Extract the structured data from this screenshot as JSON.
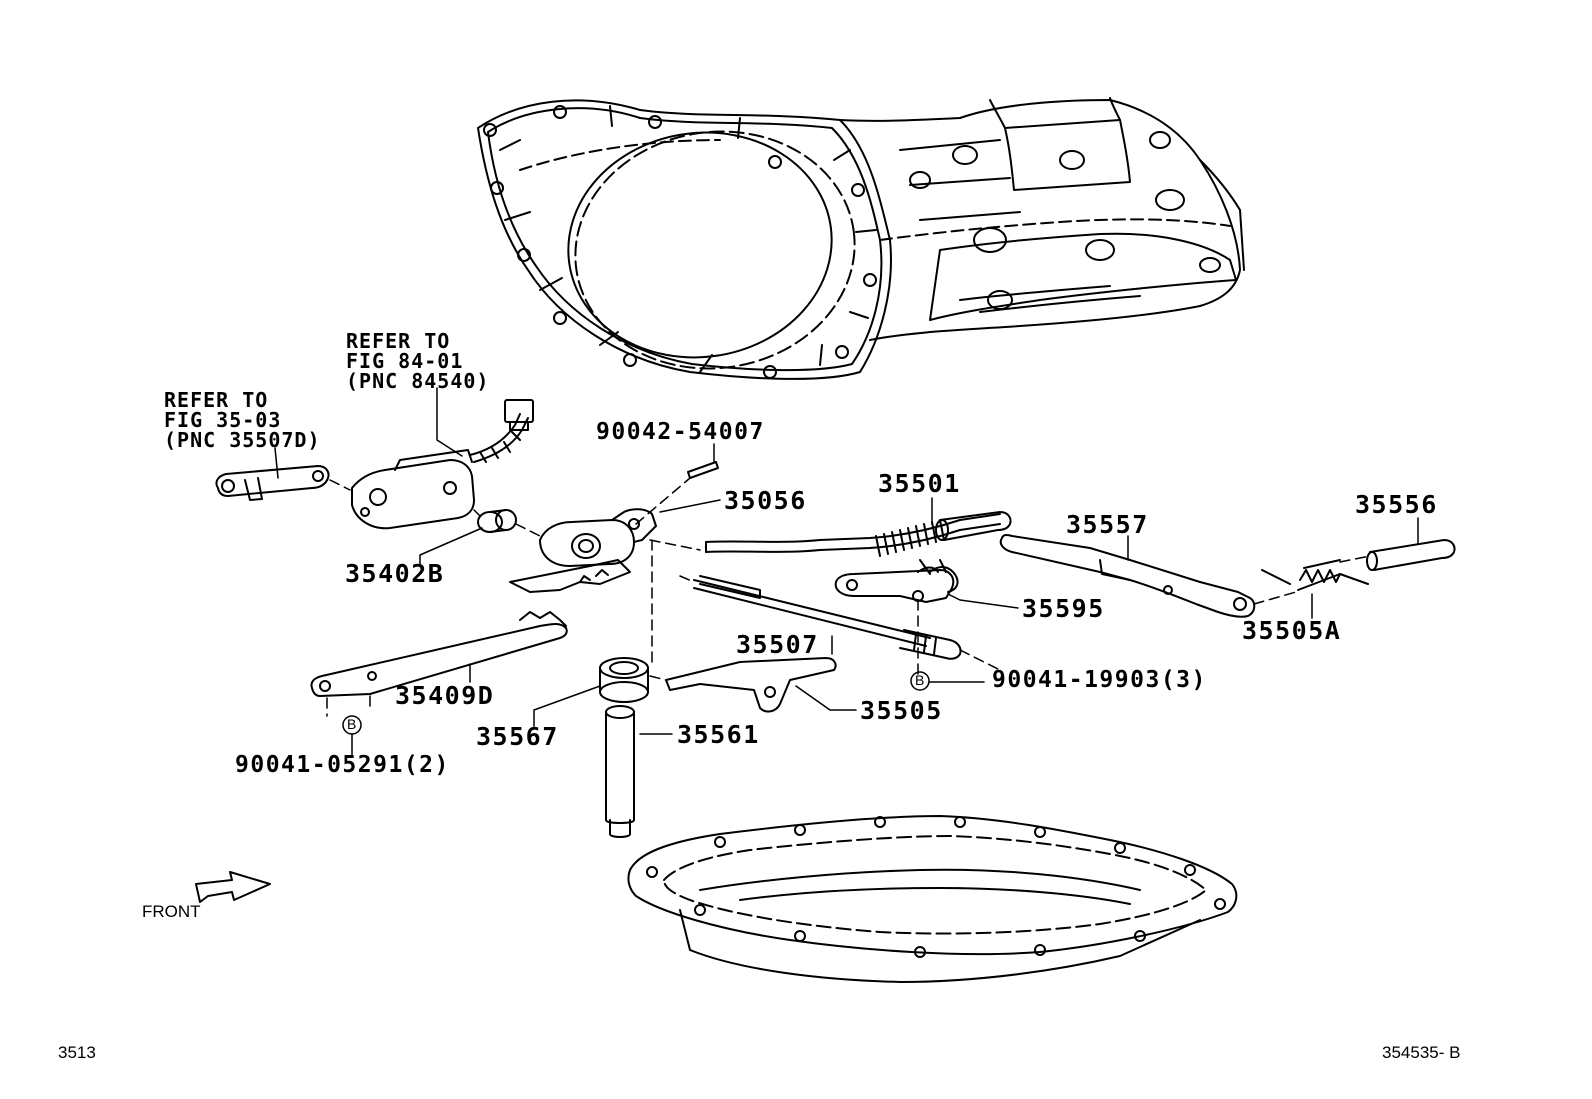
{
  "refer_notes": [
    {
      "line1": "REFER TO",
      "line2": "FIG 84-01",
      "line3": "(PNC 84540)"
    },
    {
      "line1": "REFER TO",
      "line2": "FIG 35-03",
      "line3": "(PNC 35507D)"
    }
  ],
  "callouts": {
    "c90042": "90042-54007",
    "c35056": "35056",
    "c35501": "35501",
    "c35557": "35557",
    "c35556": "35556",
    "c35402B": "35402B",
    "c35595": "35595",
    "c35505A": "35505A",
    "c35507": "35507",
    "c90041_19903": "90041-19903(3)",
    "c35409D": "35409D",
    "c35505": "35505",
    "c35567": "35567",
    "c35561": "35561",
    "c90041_05291": "90041-05291(2)"
  },
  "bolt_marker": "B",
  "front_label": "FRONT",
  "footer": {
    "fig_number": "3513",
    "illustration_code": "354535- B"
  }
}
